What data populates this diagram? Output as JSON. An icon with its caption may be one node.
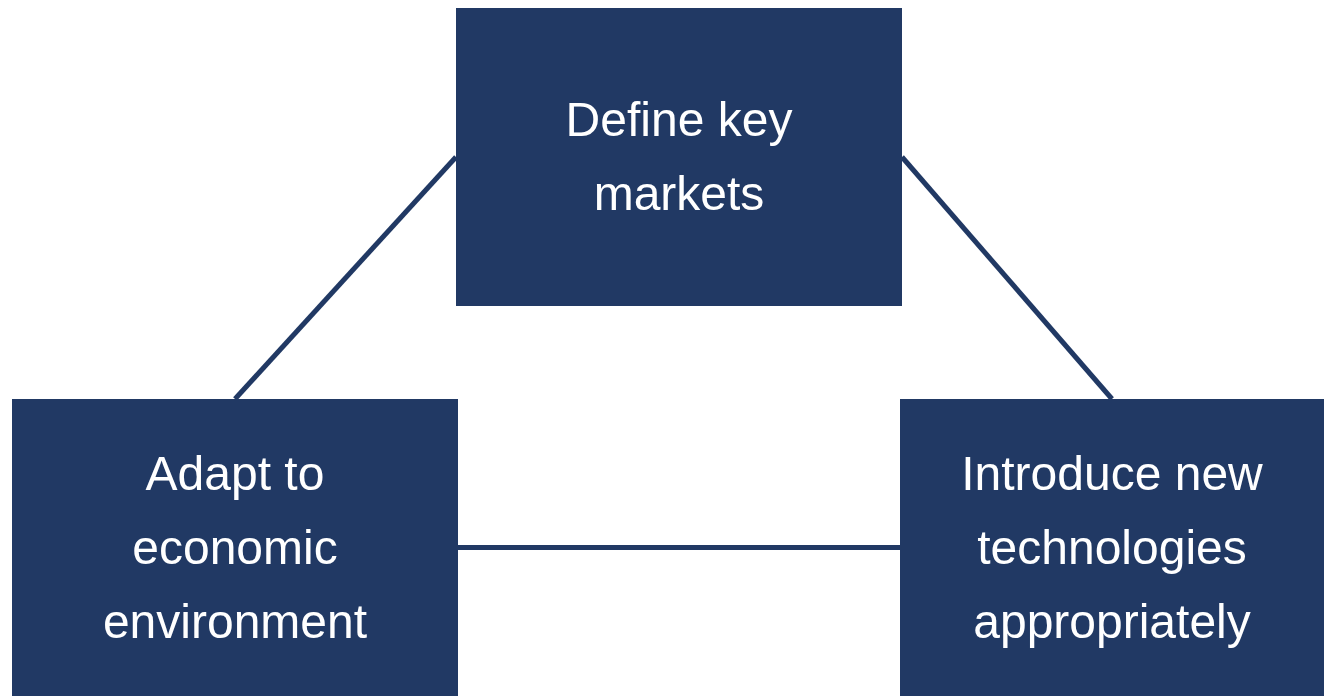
{
  "diagram": {
    "nodes": [
      {
        "text": [
          "Define key markets"
        ]
      },
      {
        "text": [
          "Adapt to economic environment"
        ]
      },
      {
        "text": [
          "Introduce new technologies appropriately"
        ]
      }
    ],
    "edges": [
      {
        "from": 0,
        "to": 1,
        "arrow": "none"
      },
      {
        "from": 0,
        "to": 2,
        "arrow": "none"
      },
      {
        "from": 1,
        "to": 2,
        "arrow": "none"
      }
    ]
  }
}
